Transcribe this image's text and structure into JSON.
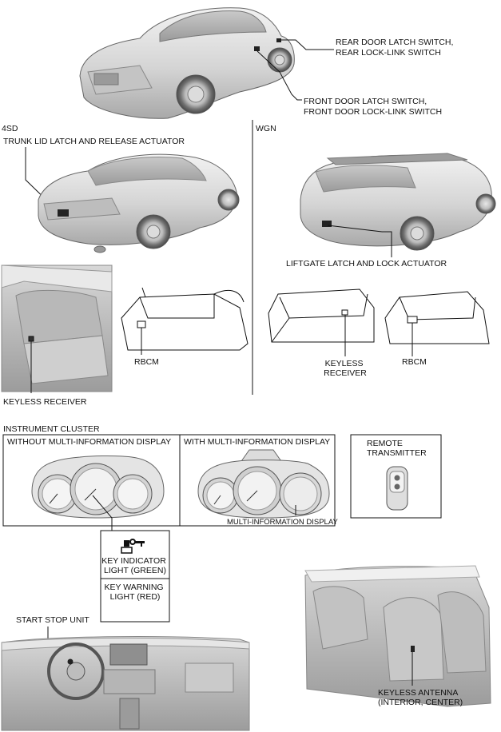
{
  "labels": {
    "rear_door": [
      "REAR DOOR LATCH SWITCH,",
      "REAR LOCK-LINK SWITCH"
    ],
    "front_door": [
      "FRONT DOOR LATCH SWITCH,",
      "FRONT DOOR LOCK-LINK SWITCH"
    ],
    "sedan_tag": "4SD",
    "wagon_tag": "WGN",
    "trunk_actuator": "TRUNK LID LATCH AND RELEASE ACTUATOR",
    "liftgate_actuator": "LIFTGATE LATCH AND LOCK ACTUATOR",
    "rbcm_left": "RBCM",
    "rbcm_right": "RBCM",
    "keyless_receiver_left": "KEYLESS RECEIVER",
    "keyless_receiver_right": [
      "KEYLESS",
      "RECEIVER"
    ],
    "instrument_cluster": "INSTRUMENT CLUSTER",
    "without_mid": "WITHOUT MULTI-INFORMATION DISPLAY",
    "with_mid": "WITH MULTI-INFORMATION DISPLAY",
    "mid": "MULTI-INFORMATION DISPLAY",
    "remote_transmitter": [
      "REMOTE",
      "TRANSMITTER"
    ],
    "key_indicator": [
      "KEY INDICATOR",
      "LIGHT (GREEN)"
    ],
    "key_warning": [
      "KEY WARNING",
      "LIGHT (RED)"
    ],
    "start_stop": "START STOP UNIT",
    "keyless_antenna": [
      "KEYLESS ANTENNA",
      "(INTERIOR, CENTER)"
    ]
  },
  "icons": {
    "key_indicator": "key-icon"
  },
  "colors": {
    "line": "#111111",
    "body_light": "#e6e6e6",
    "body_mid": "#cfcfcf",
    "body_dark": "#a8a8a8"
  }
}
